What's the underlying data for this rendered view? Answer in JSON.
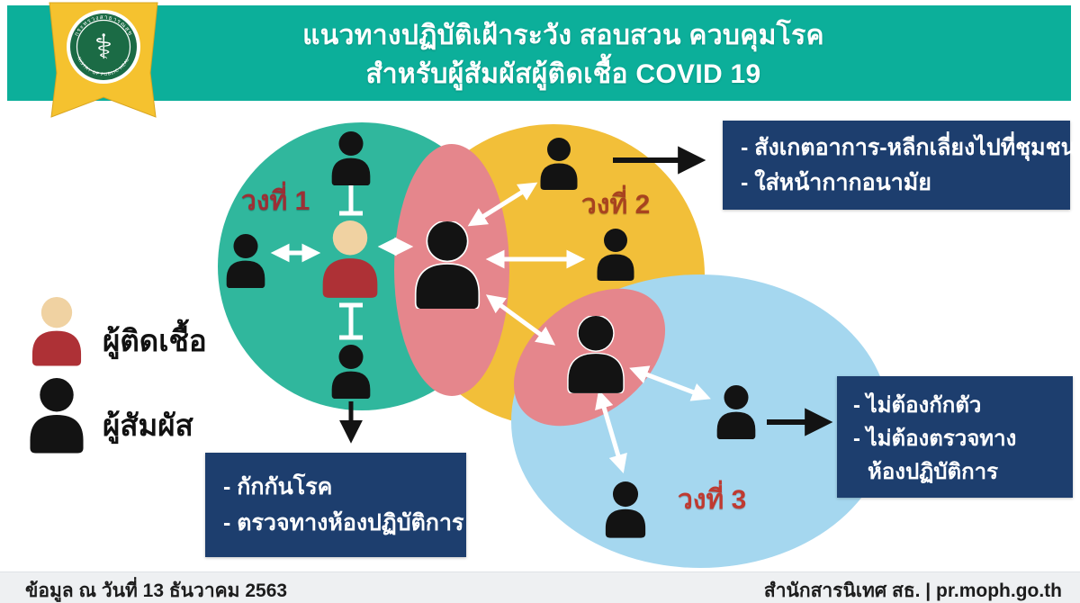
{
  "header": {
    "title1": "แนวทางปฏิบัติเฝ้าระวัง สอบสวน ควบคุมโรค",
    "title2": "สำหรับผู้สัมผัสผู้ติดเชื้อ COVID 19"
  },
  "emblem": {
    "ring_top": "กระทรวงสาธารณสุข",
    "ring_bottom": "MINISTRY OF PUBLIC HEALTH"
  },
  "legend": {
    "infected_label": "ผู้ติดเชื้อ",
    "contact_label": "ผู้สัมผัส"
  },
  "diagram": {
    "circles": [
      {
        "label": "วงที่ 1",
        "label_color": "#9c2f35",
        "fill": "#30b79d"
      },
      {
        "label": "วงที่ 2",
        "label_color": "#a8431f",
        "fill": "#f2bf39"
      },
      {
        "label": "วงที่ 3",
        "label_color": "#bf3a31",
        "fill": "#a5d7ef"
      }
    ],
    "overlap_color": "#e5868c",
    "icons": [
      "infected-person-icon (tan head, red body)",
      "contact-person-icon (black silhouette)",
      "double-headed-white-arrow",
      "black-pointer-arrow",
      "white-contact-bar-connector"
    ]
  },
  "callouts": {
    "box_circle2": {
      "lines": [
        "- สังเกตอาการ-หลีกเลี่ยงไปที่ชุมชน",
        "- ใส่หน้ากากอนามัย"
      ]
    },
    "box_circle1": {
      "lines": [
        "- กักกันโรค",
        "- ตรวจทางห้องปฏิบัติการ"
      ]
    },
    "box_circle3": {
      "lines": [
        "- ไม่ต้องกักตัว",
        "- ไม่ต้องตรวจทาง",
        "ห้องปฏิบัติการ"
      ]
    }
  },
  "footer": {
    "left": "ข้อมูล ณ วันที่ 13 ธันวาคม 2563",
    "right": "สำนักสารนิเทศ สธ. | pr.moph.go.th"
  },
  "colors": {
    "header_green": "#0caf9a",
    "circle1_teal": "#30b79d",
    "circle2_yellow": "#f2bf39",
    "circle3_blue": "#a5d7ef",
    "overlap_pink": "#e5868c",
    "callout_navy": "#1d3e6e",
    "infected_body_red": "#ae3136",
    "infected_head_tan": "#f0d2a2",
    "emblem_yellow": "#f5c22f",
    "emblem_green": "#1b6b45",
    "footer_bg": "#eef0f2"
  }
}
